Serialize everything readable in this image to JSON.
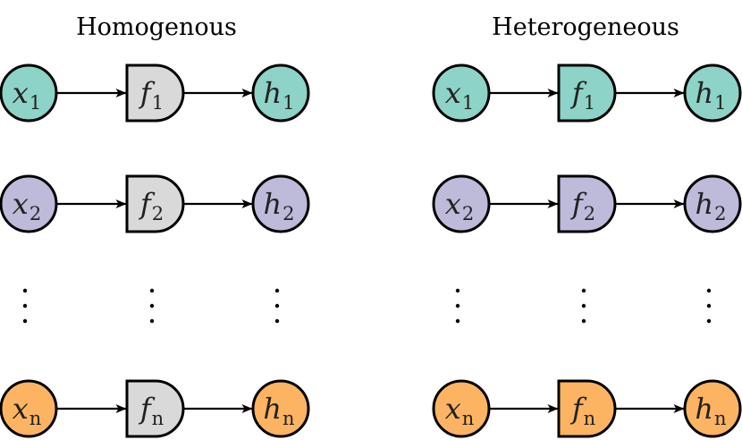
{
  "panels": [
    {
      "title": "Homogenous",
      "function_color_mode": "shared",
      "rows": [
        {
          "input": "x",
          "function": "f",
          "output": "h",
          "index": "1",
          "color_key": "teal"
        },
        {
          "input": "x",
          "function": "f",
          "output": "h",
          "index": "2",
          "color_key": "lavender"
        },
        {
          "input": "x",
          "function": "f",
          "output": "h",
          "index": "n",
          "color_key": "orange"
        }
      ]
    },
    {
      "title": "Heterogeneous",
      "function_color_mode": "per-row",
      "rows": [
        {
          "input": "x",
          "function": "f",
          "output": "h",
          "index": "1",
          "color_key": "teal"
        },
        {
          "input": "x",
          "function": "f",
          "output": "h",
          "index": "2",
          "color_key": "lavender"
        },
        {
          "input": "x",
          "function": "f",
          "output": "h",
          "index": "n",
          "color_key": "orange"
        }
      ]
    }
  ],
  "colors": {
    "teal": "#8dd3c7",
    "lavender": "#bebada",
    "orange": "#fdb462",
    "shared_function": "#d9d9d9",
    "stroke": "#000000",
    "label": "#222222"
  }
}
